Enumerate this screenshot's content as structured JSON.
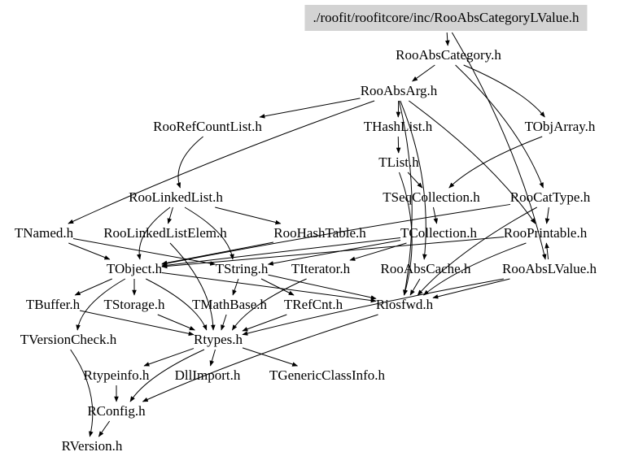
{
  "graph": {
    "type": "include-dependency-graph",
    "root": "./roofit/roofitcore/inc/RooAbsCategoryLValue.h",
    "colors": {
      "root_fill": "#d3d3d3",
      "edge": "#000000",
      "text": "#000000"
    },
    "nodes": [
      {
        "id": "root",
        "label": "./roofit/roofitcore/inc/RooAbsCategoryLValue.h",
        "highlight": true
      },
      {
        "id": "RooAbsCategory",
        "label": "RooAbsCategory.h"
      },
      {
        "id": "RooAbsArg",
        "label": "RooAbsArg.h"
      },
      {
        "id": "RooRefCountList",
        "label": "RooRefCountList.h"
      },
      {
        "id": "THashList",
        "label": "THashList.h"
      },
      {
        "id": "TObjArray",
        "label": "TObjArray.h"
      },
      {
        "id": "TList",
        "label": "TList.h"
      },
      {
        "id": "RooLinkedList",
        "label": "RooLinkedList.h"
      },
      {
        "id": "TSeqCollection",
        "label": "TSeqCollection.h"
      },
      {
        "id": "RooCatType",
        "label": "RooCatType.h"
      },
      {
        "id": "TNamed",
        "label": "TNamed.h"
      },
      {
        "id": "RooLinkedListElem",
        "label": "RooLinkedListElem.h"
      },
      {
        "id": "RooHashTable",
        "label": "RooHashTable.h"
      },
      {
        "id": "TCollection",
        "label": "TCollection.h"
      },
      {
        "id": "RooPrintable",
        "label": "RooPrintable.h"
      },
      {
        "id": "TObject",
        "label": "TObject.h"
      },
      {
        "id": "TString",
        "label": "TString.h"
      },
      {
        "id": "TIterator",
        "label": "TIterator.h"
      },
      {
        "id": "RooAbsCache",
        "label": "RooAbsCache.h"
      },
      {
        "id": "RooAbsLValue",
        "label": "RooAbsLValue.h"
      },
      {
        "id": "TBuffer",
        "label": "TBuffer.h"
      },
      {
        "id": "TStorage",
        "label": "TStorage.h"
      },
      {
        "id": "TMathBase",
        "label": "TMathBase.h"
      },
      {
        "id": "TRefCnt",
        "label": "TRefCnt.h"
      },
      {
        "id": "Riosfwd",
        "label": "Riosfwd.h"
      },
      {
        "id": "TVersionCheck",
        "label": "TVersionCheck.h"
      },
      {
        "id": "Rtypes",
        "label": "Rtypes.h"
      },
      {
        "id": "Rtypeinfo",
        "label": "Rtypeinfo.h"
      },
      {
        "id": "DllImport",
        "label": "DllImport.h"
      },
      {
        "id": "TGenericClassInfo",
        "label": "TGenericClassInfo.h"
      },
      {
        "id": "RConfig",
        "label": "RConfig.h"
      },
      {
        "id": "RVersion",
        "label": "RVersion.h"
      }
    ],
    "edges": [
      [
        "root",
        "RooAbsCategory"
      ],
      [
        "root",
        "RooAbsLValue"
      ],
      [
        "RooAbsCategory",
        "RooAbsArg"
      ],
      [
        "RooAbsCategory",
        "TObjArray"
      ],
      [
        "RooAbsCategory",
        "RooCatType"
      ],
      [
        "RooAbsArg",
        "RooRefCountList"
      ],
      [
        "RooAbsArg",
        "THashList"
      ],
      [
        "RooAbsArg",
        "TNamed"
      ],
      [
        "RooAbsArg",
        "RooPrintable"
      ],
      [
        "RooAbsArg",
        "Riosfwd"
      ],
      [
        "RooAbsArg",
        "RooAbsCache"
      ],
      [
        "RooRefCountList",
        "RooLinkedList"
      ],
      [
        "THashList",
        "TList"
      ],
      [
        "TList",
        "TSeqCollection"
      ],
      [
        "TList",
        "Riosfwd"
      ],
      [
        "TObjArray",
        "TSeqCollection"
      ],
      [
        "TSeqCollection",
        "TCollection"
      ],
      [
        "RooLinkedList",
        "TObject"
      ],
      [
        "RooLinkedList",
        "RooLinkedListElem"
      ],
      [
        "RooLinkedList",
        "RooHashTable"
      ],
      [
        "RooLinkedList",
        "TString"
      ],
      [
        "RooCatType",
        "RooPrintable"
      ],
      [
        "RooCatType",
        "TObject"
      ],
      [
        "RooCatType",
        "Riosfwd"
      ],
      [
        "TNamed",
        "TObject"
      ],
      [
        "TNamed",
        "TString"
      ],
      [
        "RooLinkedListElem",
        "Rtypes"
      ],
      [
        "RooHashTable",
        "TObject"
      ],
      [
        "TCollection",
        "TObject"
      ],
      [
        "TCollection",
        "TIterator"
      ],
      [
        "TCollection",
        "TString"
      ],
      [
        "RooPrintable",
        "TObject"
      ],
      [
        "RooPrintable",
        "Riosfwd"
      ],
      [
        "TObject",
        "TBuffer"
      ],
      [
        "TObject",
        "TStorage"
      ],
      [
        "TObject",
        "TVersionCheck"
      ],
      [
        "TObject",
        "Riosfwd"
      ],
      [
        "TObject",
        "Rtypes"
      ],
      [
        "TString",
        "TMathBase"
      ],
      [
        "TString",
        "TRefCnt"
      ],
      [
        "TString",
        "Riosfwd"
      ],
      [
        "TIterator",
        "Rtypes"
      ],
      [
        "RooAbsCache",
        "Riosfwd"
      ],
      [
        "RooAbsLValue",
        "Riosfwd"
      ],
      [
        "RooAbsLValue",
        "Rtypes"
      ],
      [
        "RooAbsLValue",
        "RooPrintable"
      ],
      [
        "TBuffer",
        "Rtypes"
      ],
      [
        "TStorage",
        "Rtypes"
      ],
      [
        "TMathBase",
        "Rtypes"
      ],
      [
        "TRefCnt",
        "Rtypes"
      ],
      [
        "Riosfwd",
        "RConfig"
      ],
      [
        "Rtypes",
        "Rtypeinfo"
      ],
      [
        "Rtypes",
        "DllImport"
      ],
      [
        "Rtypes",
        "TGenericClassInfo"
      ],
      [
        "Rtypes",
        "RConfig"
      ],
      [
        "TVersionCheck",
        "RVersion"
      ],
      [
        "Rtypeinfo",
        "RConfig"
      ],
      [
        "RConfig",
        "RVersion"
      ]
    ]
  }
}
